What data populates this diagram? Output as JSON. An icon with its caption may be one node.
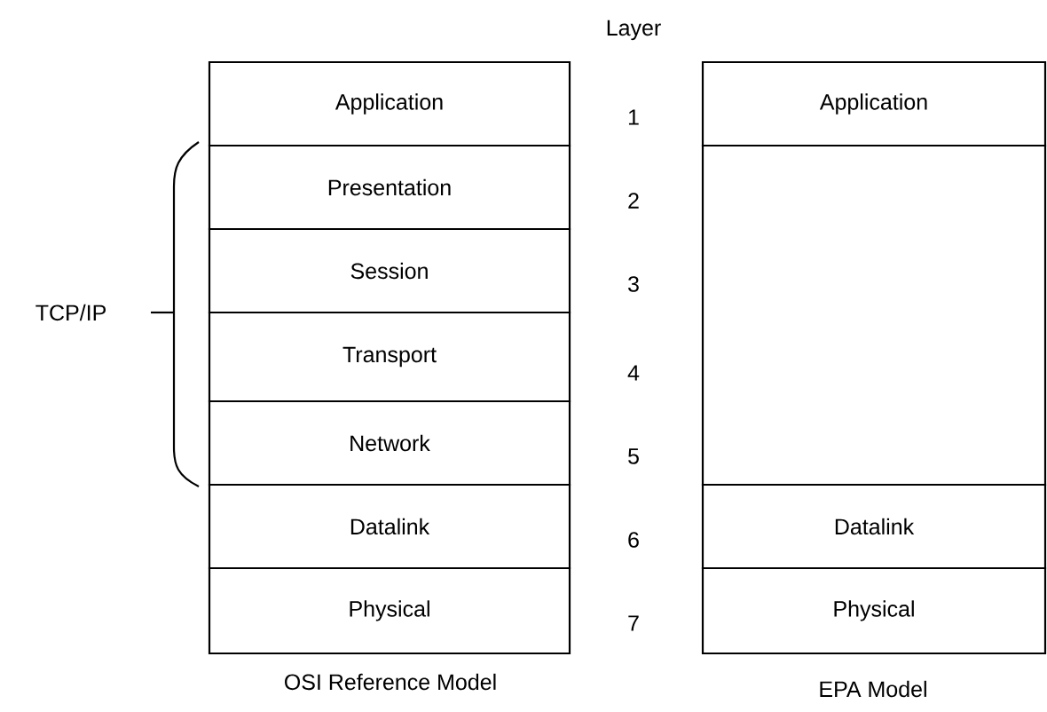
{
  "diagram": {
    "nodes": [
      {
        "text": [
          "Application"
        ]
      },
      {
        "text": [
          "Presentation"
        ]
      },
      {
        "text": [
          "Session"
        ]
      },
      {
        "text": [
          "Transport"
        ]
      },
      {
        "text": [
          "Network"
        ]
      },
      {
        "text": [
          "Datalink"
        ]
      },
      {
        "text": [
          "Physical"
        ]
      },
      {
        "text": [
          "Application"
        ]
      },
      {
        "text": [],
        "shape": "box"
      },
      {
        "text": [
          "Datalink"
        ]
      },
      {
        "text": [
          "Physical"
        ]
      }
    ],
    "labels": [
      "Layer",
      "1",
      "2",
      "3",
      "TCP/IP",
      "4",
      "5",
      "6",
      "7",
      "OSI Reference Model",
      "EPA Model"
    ]
  }
}
